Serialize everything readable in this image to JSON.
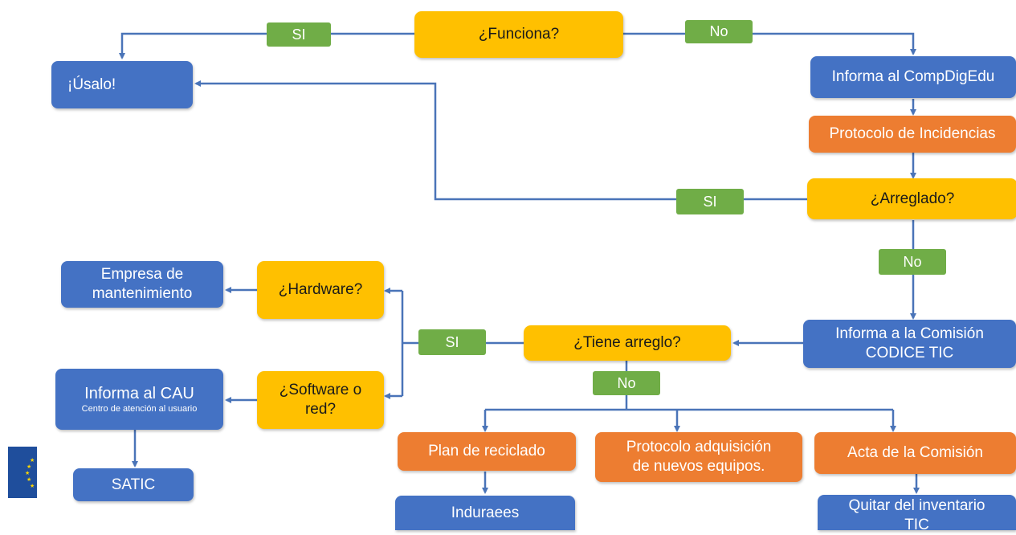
{
  "nodes": {
    "funciona": "¿Funciona?",
    "usalo": "¡Úsalo!",
    "informa_compdigedu": "Informa al CompDigEdu",
    "protocolo_incidencias": "Protocolo de Incidencias",
    "arreglado": "¿Arreglado?",
    "empresa_mantenimiento": [
      "Empresa de",
      "mantenimiento"
    ],
    "hardware": "¿Hardware?",
    "tiene_arreglo": "¿Tiene arreglo?",
    "informa_comision": [
      "Informa a la Comisión",
      "CODICE TIC"
    ],
    "informa_cau": "Informa al CAU",
    "informa_cau_sub": "Centro de atención al usuario",
    "software_red": [
      "¿Software o",
      "red?"
    ],
    "satic": "SATIC",
    "plan_reciclado": "Plan de reciclado",
    "protocolo_adquisicion": [
      "Protocolo adquisición",
      "de nuevos equipos."
    ],
    "acta_comision": "Acta de la Comisión",
    "induraees": "Induraees",
    "quitar_inventario": [
      "Quitar del inventario",
      "TIC"
    ]
  },
  "labels": {
    "si": "SI",
    "no": "No"
  },
  "colors": {
    "action": "#4472c4",
    "protocol": "#ed7d31",
    "question": "#ffc000",
    "answer": "#70ad47",
    "connector": "#4a74b8"
  }
}
